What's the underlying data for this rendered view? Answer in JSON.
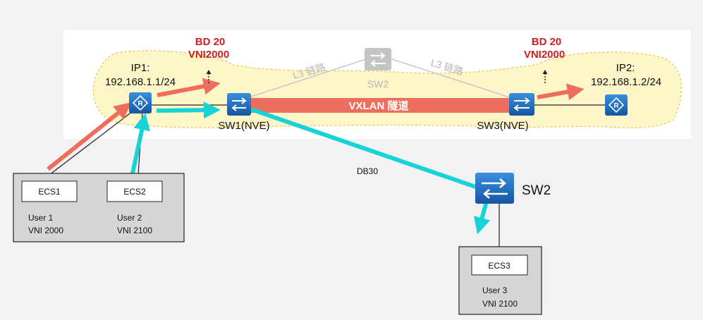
{
  "bd_left": "BD 20",
  "vni_left": "VNI2000",
  "bd_right": "BD 20",
  "vni_right": "VNI2000",
  "ip1_label": "IP1:",
  "ip1_value": "192.168.1.1/24",
  "ip2_label": "IP2:",
  "ip2_value": "192.168.1.2/24",
  "l3_left": "L3 链路",
  "l3_right": "L3 链路",
  "sw2_top": "SW2",
  "tunnel": "VXLAN 隧道",
  "sw1": "SW1(NVE)",
  "sw3": "SW3(NVE)",
  "db30": "DB30",
  "sw2_bottom": "SW2",
  "left_box": {
    "ecs1": "ECS1",
    "ecs2": "ECS2",
    "user1": "User 1",
    "vni1": "VNI 2000",
    "user2": "User 2",
    "vni2": "VNI 2100"
  },
  "right_box": {
    "ecs3": "ECS3",
    "user3": "User 3",
    "vni3": "VNI 2100"
  },
  "colors": {
    "tunnel": "#ee6e5e",
    "red_arrow": "#ee6e5e",
    "cyan_arrow": "#18d3d6",
    "device_blue": "#1f6fb8",
    "cloud_fill": "#fdf6c8"
  }
}
